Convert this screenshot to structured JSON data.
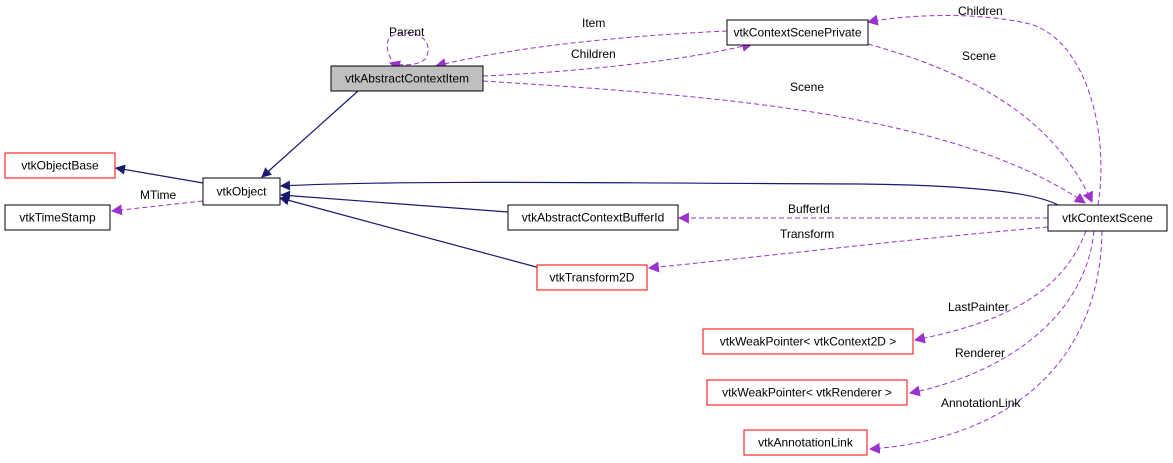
{
  "colors": {
    "inherit_edge": "#191970",
    "usage_edge": "#9a32cd",
    "border_default": "#000000",
    "border_incomplete": "#ff0000",
    "focus_fill": "#bfbfbf",
    "node_fill": "#ffffff"
  },
  "nodes": {
    "vtkAbstractContextItem": "vtkAbstractContextItem",
    "vtkContextScenePrivate": "vtkContextScenePrivate",
    "vtkObjectBase": "vtkObjectBase",
    "vtkObject": "vtkObject",
    "vtkTimeStamp": "vtkTimeStamp",
    "vtkAbstractContextBufferId": "vtkAbstractContextBufferId",
    "vtkContextScene": "vtkContextScene",
    "vtkTransform2D": "vtkTransform2D",
    "vtkWeakPointerContext2D": "vtkWeakPointer< vtkContext2D >",
    "vtkWeakPointerRenderer": "vtkWeakPointer< vtkRenderer >",
    "vtkAnnotationLink": "vtkAnnotationLink"
  },
  "edge_labels": {
    "parent": "Parent",
    "item": "Item",
    "children_item_to_private": "Children",
    "children_private": "Children",
    "scene_private": "Scene",
    "scene_item": "Scene",
    "mtime": "MTime",
    "bufferid": "BufferId",
    "transform": "Transform",
    "lastpainter": "LastPainter",
    "renderer": "Renderer",
    "annotationlink": "AnnotationLink"
  }
}
